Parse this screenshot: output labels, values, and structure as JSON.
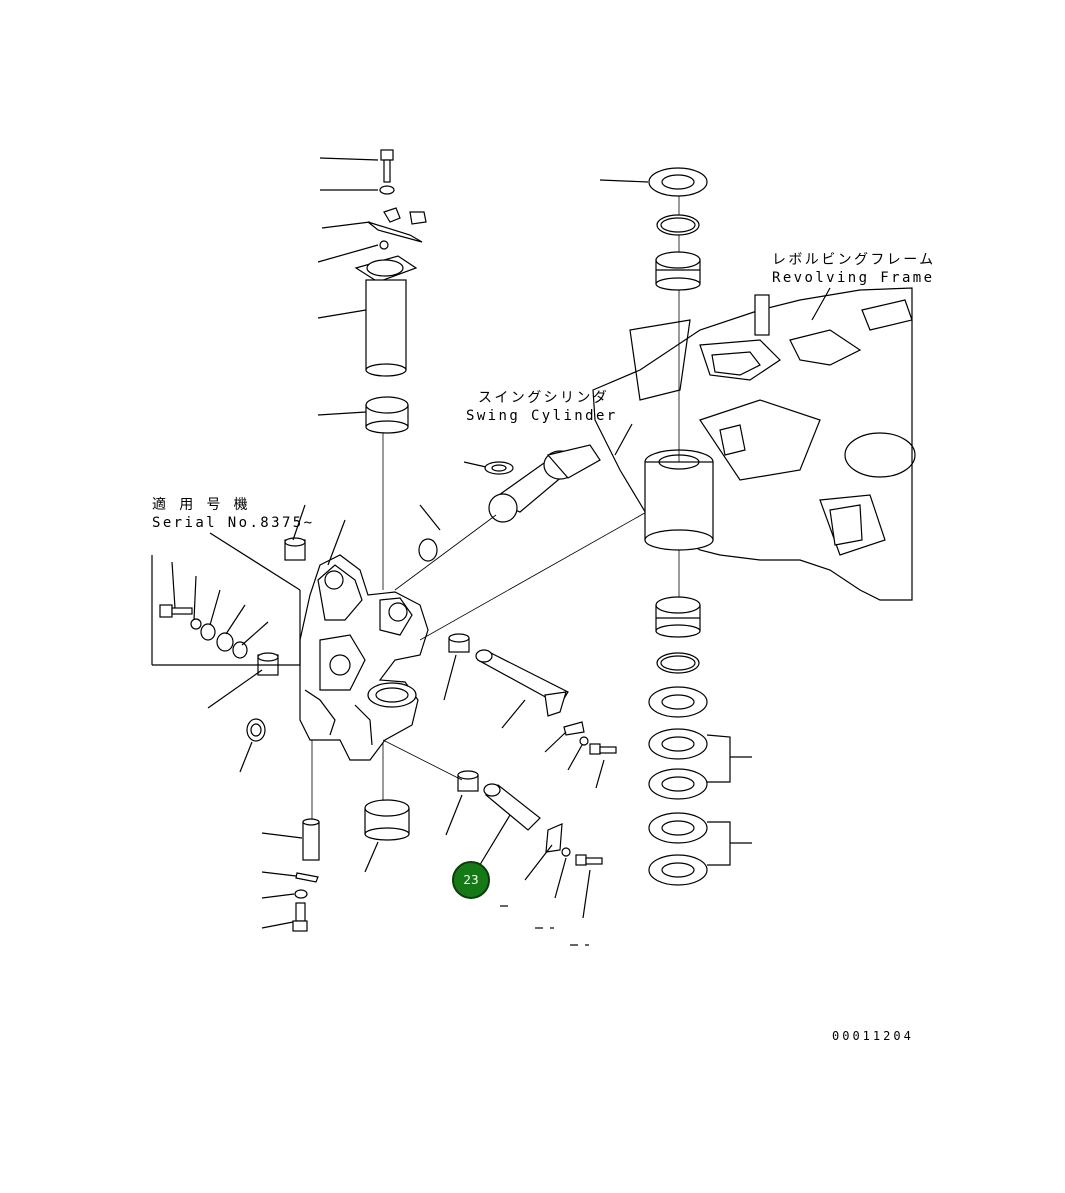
{
  "labels": {
    "revolving_frame_jp": "レボルビングフレーム",
    "revolving_frame_en": "Revolving Frame",
    "swing_cylinder_jp": "スイングシリンダ",
    "swing_cylinder_en": "Swing Cylinder",
    "serial_jp": "適 用 号 機",
    "serial_en": "Serial No.8375~",
    "drawing_number": "00011204"
  },
  "callout": {
    "number": "23",
    "fill": "#157a15",
    "border": "#0a3d0a",
    "text_color": "#ffffff"
  }
}
